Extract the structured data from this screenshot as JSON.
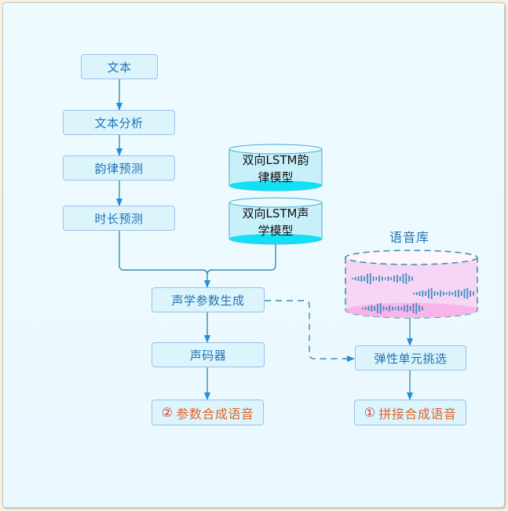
{
  "diagram": {
    "title": "语音合成流程",
    "nodes": {
      "text": "文本",
      "text_analysis": "文本分析",
      "prosody_prediction": "韵律预测",
      "duration_prediction": "时长预测",
      "acoustic_param_gen": "声学参数生成",
      "vocoder": "声码器",
      "unit_selection": "弹性单元挑选"
    },
    "models": {
      "prosody_model_line1": "双向LSTM韵",
      "prosody_model_line2": "律模型",
      "acoustic_model_line1": "双向LSTM声",
      "acoustic_model_line2": "学模型"
    },
    "speech_db": {
      "title": "语音库",
      "icon": "waveform-icon"
    },
    "results": {
      "parametric": {
        "num": "②",
        "label": "参数合成语音"
      },
      "concatenative": {
        "num": "①",
        "label": "拼接合成语音"
      }
    },
    "colors": {
      "node_fill": "#dcf5fd",
      "node_border": "#9cc0e6",
      "node_text": "#2272b4",
      "arrow": "#1e8fdc",
      "line": "#3a8eaa",
      "result_text": "#e2642a",
      "result_number": "#d3322c",
      "cylinder_fill": "#c8f0fb",
      "cylinder_bottom": "#13e0f5",
      "db_fill": "#f6d6f4",
      "db_bottom": "#f7b5ea",
      "waveform": "#3f8ec6"
    }
  }
}
